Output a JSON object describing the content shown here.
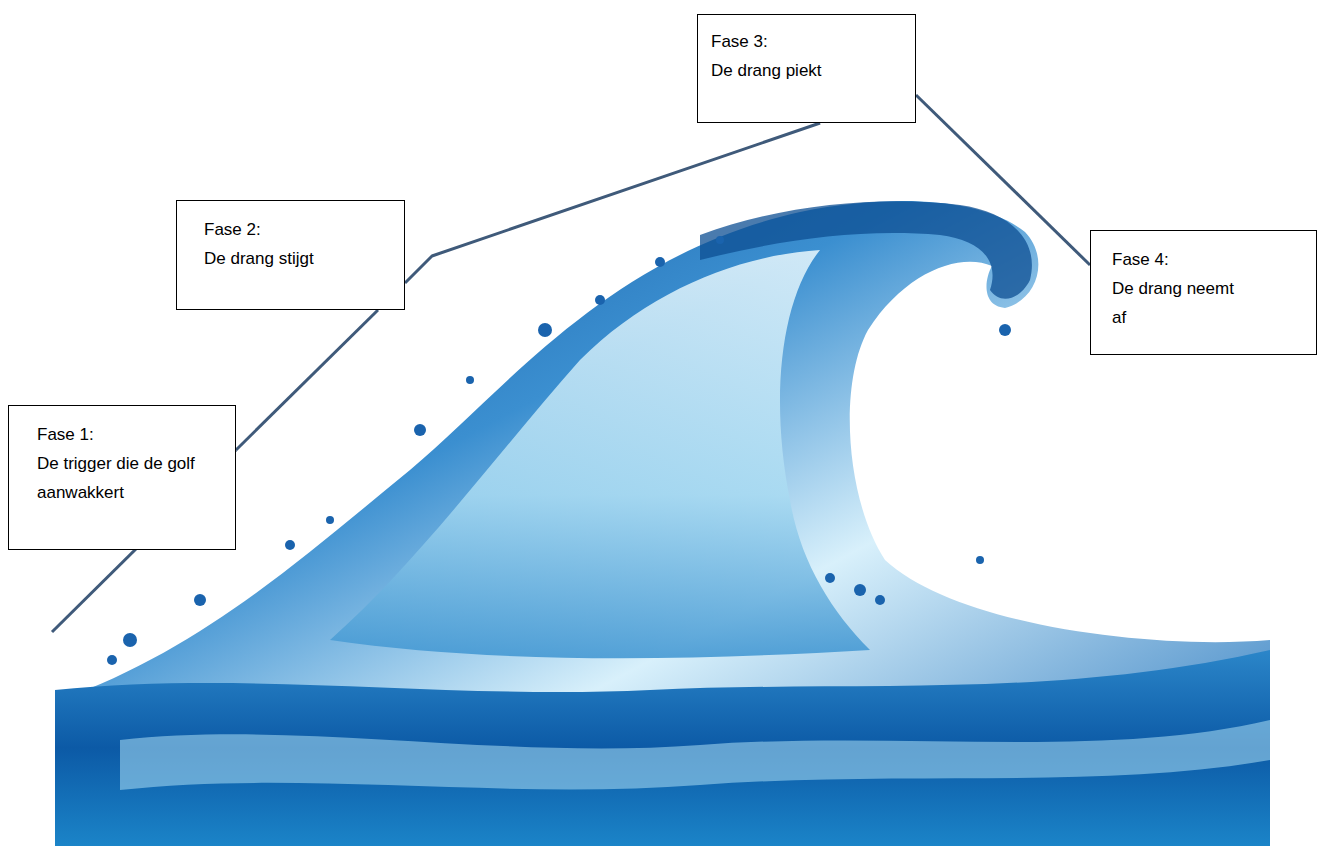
{
  "diagram": {
    "nodes": [
      {
        "text": [
          "Fase 1:",
          "De trigger die de golf aanwakkert"
        ]
      },
      {
        "text": [
          "Fase 2:",
          "De drang stijgt"
        ]
      },
      {
        "text": [
          "Fase 3:",
          "De drang piekt"
        ]
      },
      {
        "text": [
          "Fase 4:",
          "De drang neemt af"
        ]
      }
    ],
    "edges": [
      {
        "from": 0,
        "to": 1,
        "arrow": "none"
      },
      {
        "from": 1,
        "to": 2,
        "arrow": "none"
      },
      {
        "from": 2,
        "to": 3,
        "arrow": "none"
      }
    ]
  }
}
